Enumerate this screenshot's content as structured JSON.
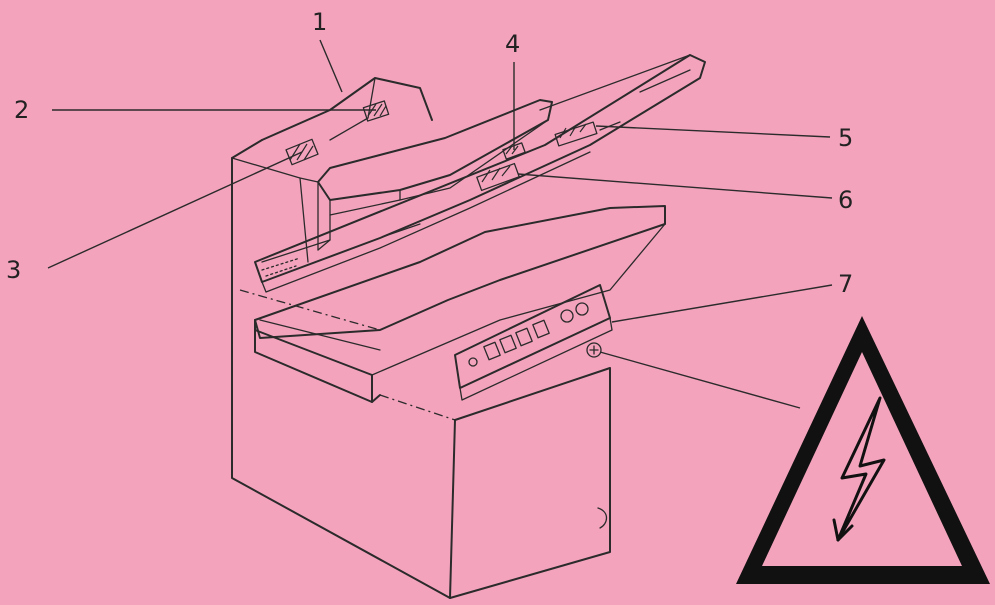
{
  "diagram": {
    "callouts": [
      {
        "id": "1",
        "label": "1"
      },
      {
        "id": "2",
        "label": "2"
      },
      {
        "id": "3",
        "label": "3"
      },
      {
        "id": "4",
        "label": "4"
      },
      {
        "id": "5",
        "label": "5"
      },
      {
        "id": "6",
        "label": "6"
      },
      {
        "id": "7",
        "label": "7"
      }
    ],
    "warning_symbol": {
      "icon": "high-voltage-warning-icon",
      "fill_color": "#f4a3bd",
      "border_color": "#111111"
    }
  },
  "colors": {
    "background": "#f4a3bd",
    "ink": "#2b2b2b"
  }
}
